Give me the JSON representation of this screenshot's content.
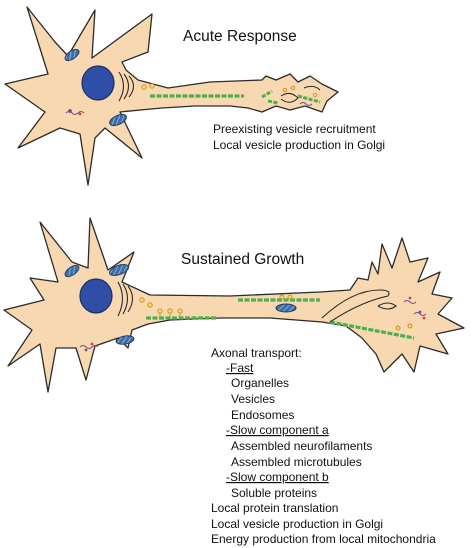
{
  "panels": {
    "acute": {
      "title": "Acute Response",
      "notes": [
        "Preexisting vesicle recruitment",
        "Local vesicle production in Golgi"
      ]
    },
    "sustained": {
      "title": "Sustained Growth",
      "transport_heading": "Axonal transport:",
      "fast_heading": "-Fast",
      "fast_items": [
        "Organelles",
        "Vesicles",
        "Endosomes"
      ],
      "slow_a_heading": "-Slow component a",
      "slow_a_items": [
        "Assembled neurofilaments",
        "Assembled microtubules"
      ],
      "slow_b_heading": "-Slow component b",
      "slow_b_items": [
        "Soluble proteins"
      ],
      "local_items": [
        "Local protein translation",
        "Local vesicle production in Golgi",
        "Energy production from local mitochondria"
      ]
    }
  },
  "colors": {
    "cytoplasm": "#f7d8b0",
    "outline": "#2b2b2b",
    "nucleus": "#2f4fa6",
    "mitochondria": "#3e6ea8",
    "microtubule": "#4caf50",
    "vesicle": "#e6a020",
    "endosome": "#d9673a"
  }
}
